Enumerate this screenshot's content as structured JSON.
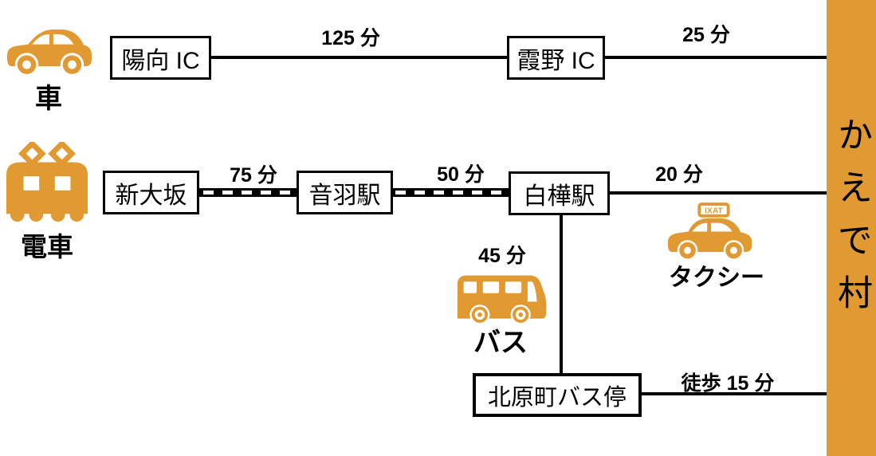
{
  "colors": {
    "accent": "#E09A31",
    "line": "#000000"
  },
  "destination": {
    "label": "かえで村"
  },
  "routes": {
    "car": {
      "mode_label": "車",
      "nodes": [
        {
          "label": "陽向 IC"
        },
        {
          "label": "霞野 IC"
        }
      ],
      "segments": [
        {
          "duration": "125 分"
        },
        {
          "duration": "25 分"
        }
      ]
    },
    "train": {
      "mode_label": "電車",
      "nodes": [
        {
          "label": "新大坂"
        },
        {
          "label": "音羽駅"
        },
        {
          "label": "白樺駅"
        }
      ],
      "segments": [
        {
          "duration": "75 分"
        },
        {
          "duration": "50 分"
        }
      ]
    },
    "taxi": {
      "label": "タクシー",
      "duration": "20 分",
      "sign": "IXAT"
    },
    "bus": {
      "label": "バス",
      "duration": "45 分",
      "stop": {
        "label": "北原町バス停"
      },
      "walk": {
        "duration": "徒歩 15 分"
      }
    }
  }
}
